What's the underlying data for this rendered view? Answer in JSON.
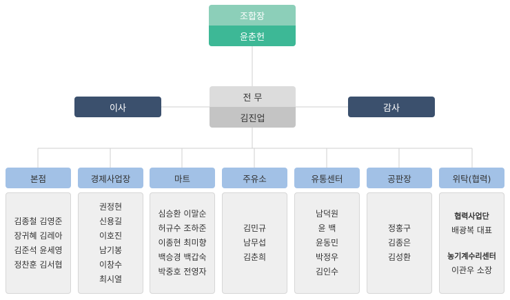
{
  "head": {
    "title": "조합장",
    "name": "윤춘헌"
  },
  "executive": {
    "title": "전 무",
    "name": "김진업"
  },
  "left_box": "이사",
  "right_box": "감사",
  "departments": [
    {
      "name": "본점",
      "members": [
        "김종철  김영준",
        "장귀혜  김레아",
        "김준석  윤세영",
        "정찬훈  김서협"
      ]
    },
    {
      "name": "경제사업장",
      "members": [
        "권정현",
        "신용길",
        "이호진",
        "남기봉",
        "이창수",
        "최시열"
      ]
    },
    {
      "name": "마트",
      "members": [
        "심승환  이말순",
        "허규수  조하준",
        "이종현  최미향",
        "백승경  백갑숙",
        "박중호  전영자"
      ]
    },
    {
      "name": "주유소",
      "members": [
        "김민규",
        "남무섭",
        "김춘희"
      ]
    },
    {
      "name": "유통센터",
      "members": [
        "남덕원",
        "윤 백",
        "윤동민",
        "박정우",
        "김인수"
      ]
    },
    {
      "name": "공판장",
      "members": [
        "정홍구",
        "김종은",
        "김성환"
      ]
    },
    {
      "name": "위탁(협력)",
      "groups": [
        {
          "title": "협력사업단",
          "text": "배광복 대표"
        },
        {
          "title": "농기계수리센터",
          "text": "이관우 소장"
        }
      ]
    }
  ],
  "colors": {
    "head_light": "#8ccfb9",
    "head_dark": "#3db896",
    "navy": "#3b506d",
    "dept": "#a2c1e6",
    "card": "#efefef"
  }
}
